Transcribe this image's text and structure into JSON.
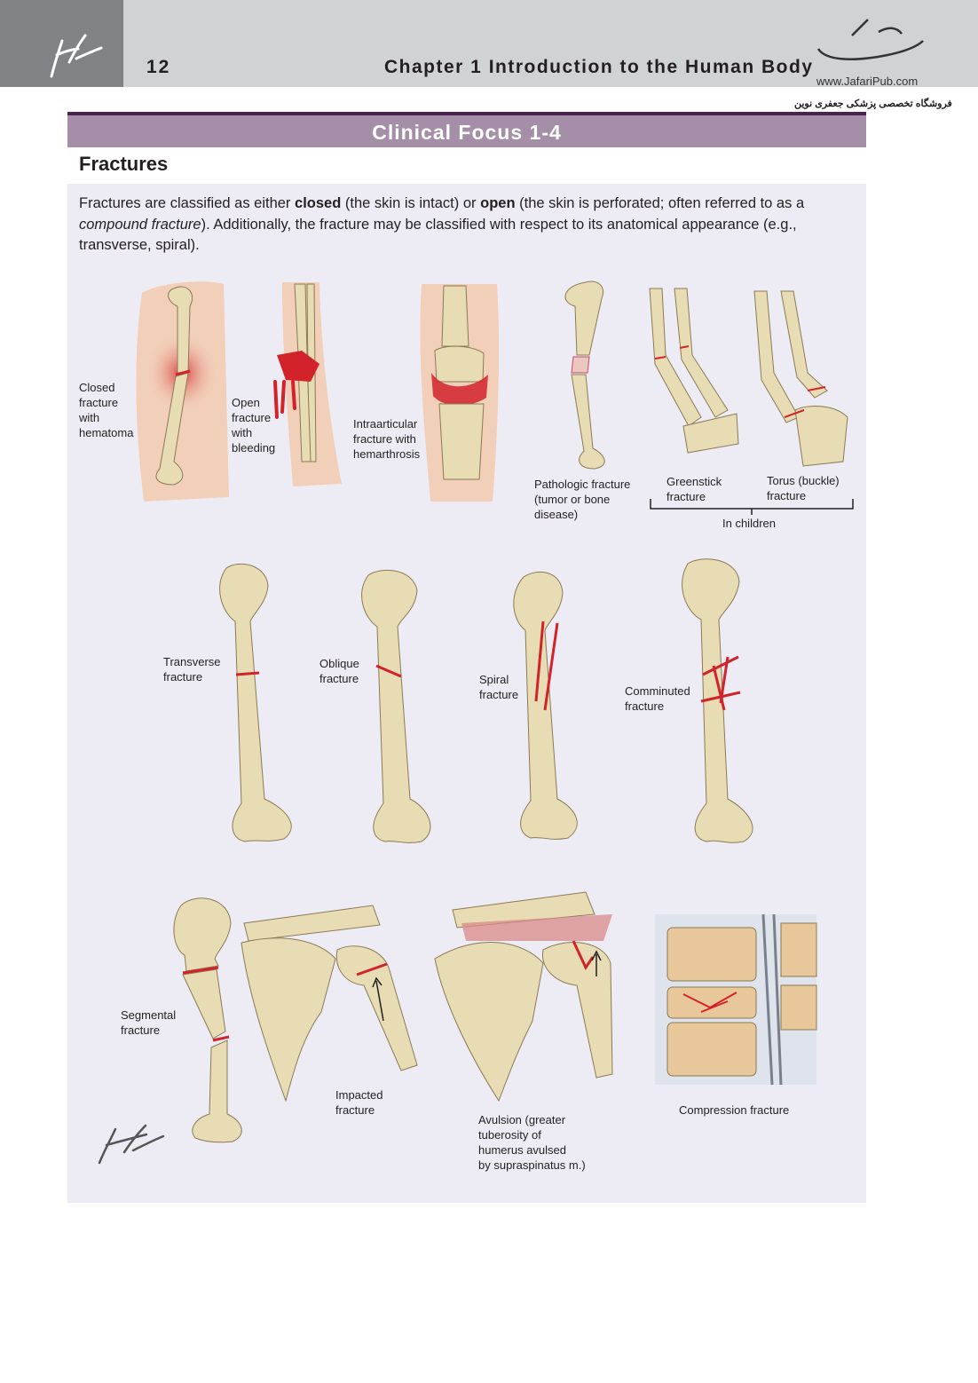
{
  "header": {
    "page_number": "12",
    "chapter_title": "Chapter 1   Introduction to the Human Body",
    "watermark_url": "www.JafariPub.com",
    "watermark_shop": "فروشگاه تخصصی پزشکی جعفری نوین"
  },
  "clinical_focus": {
    "title": "Clinical Focus 1-4",
    "section_title": "Fractures",
    "intro": {
      "p1": "Fractures are classified as either ",
      "closed": "closed",
      "p2": " (the skin is intact) or ",
      "open": "open",
      "p3": " (the skin is perforated; often referred to as a ",
      "compound": "compound fracture",
      "p4": "). Additionally, the fracture may be classified with respect to its anatomical appearance (e.g., transverse, spiral)."
    }
  },
  "labels": {
    "closed": "Closed\nfracture\nwith\nhematoma",
    "open": "Open\nfracture\nwith\nbleeding",
    "intraarticular": "Intraarticular\nfracture with\nhemarthrosis",
    "pathologic": "Pathologic fracture\n(tumor or bone\ndisease)",
    "greenstick": "Greenstick\nfracture",
    "torus": "Torus (buckle)\nfracture",
    "in_children": "In children",
    "transverse": "Transverse\nfracture",
    "oblique": "Oblique\nfracture",
    "spiral": "Spiral\nfracture",
    "comminuted": "Comminuted\nfracture",
    "segmental": "Segmental\nfracture",
    "impacted": "Impacted\nfracture",
    "avulsion": "Avulsion (greater\ntuberosity of\nhumerus avulsed\nby supraspinatus m.)",
    "compression": "Compression fracture"
  },
  "colors": {
    "bone": "#e8dcb4",
    "bone_shade": "#c9b98a",
    "fracture": "#d2232a",
    "skin": "#f2cfb8",
    "banner": "#a58ea8",
    "panel": "#edecf4"
  }
}
